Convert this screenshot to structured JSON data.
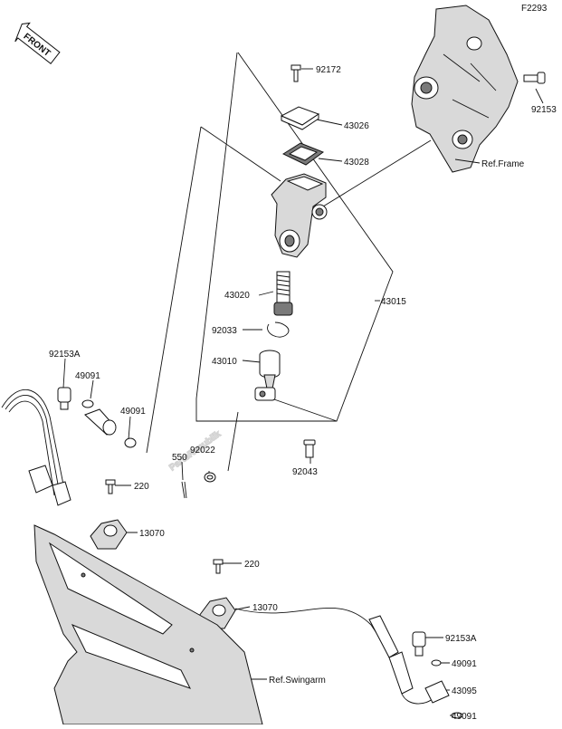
{
  "diagram_code": "F2293",
  "front_badge": "FRONT",
  "watermark": "PartsRepublik",
  "parts": [
    {
      "id": "p-92172",
      "label": "92172"
    },
    {
      "id": "p-43026",
      "label": "43026"
    },
    {
      "id": "p-43028",
      "label": "43028"
    },
    {
      "id": "p-43020",
      "label": "43020"
    },
    {
      "id": "p-43015",
      "label": "43015"
    },
    {
      "id": "p-92033",
      "label": "92033"
    },
    {
      "id": "p-43010",
      "label": "43010"
    },
    {
      "id": "p-92153-top",
      "label": "92153"
    },
    {
      "id": "p-92153A-left",
      "label": "92153A"
    },
    {
      "id": "p-49091-left",
      "label": "49091"
    },
    {
      "id": "p-49091-mid",
      "label": "49091"
    },
    {
      "id": "p-550",
      "label": "550"
    },
    {
      "id": "p-92022",
      "label": "92022"
    },
    {
      "id": "p-92043",
      "label": "92043"
    },
    {
      "id": "p-220-upper",
      "label": "220"
    },
    {
      "id": "p-13070-upper",
      "label": "13070"
    },
    {
      "id": "p-220-lower",
      "label": "220"
    },
    {
      "id": "p-13070-lower",
      "label": "13070"
    },
    {
      "id": "p-92153A-right",
      "label": "92153A"
    },
    {
      "id": "p-49091-right-a",
      "label": "49091"
    },
    {
      "id": "p-43095",
      "label": "43095"
    },
    {
      "id": "p-49091-right-b",
      "label": "49091"
    }
  ],
  "references": [
    {
      "id": "ref-frame",
      "label": "Ref.Frame"
    },
    {
      "id": "ref-swingarm",
      "label": "Ref.Swingarm"
    }
  ]
}
